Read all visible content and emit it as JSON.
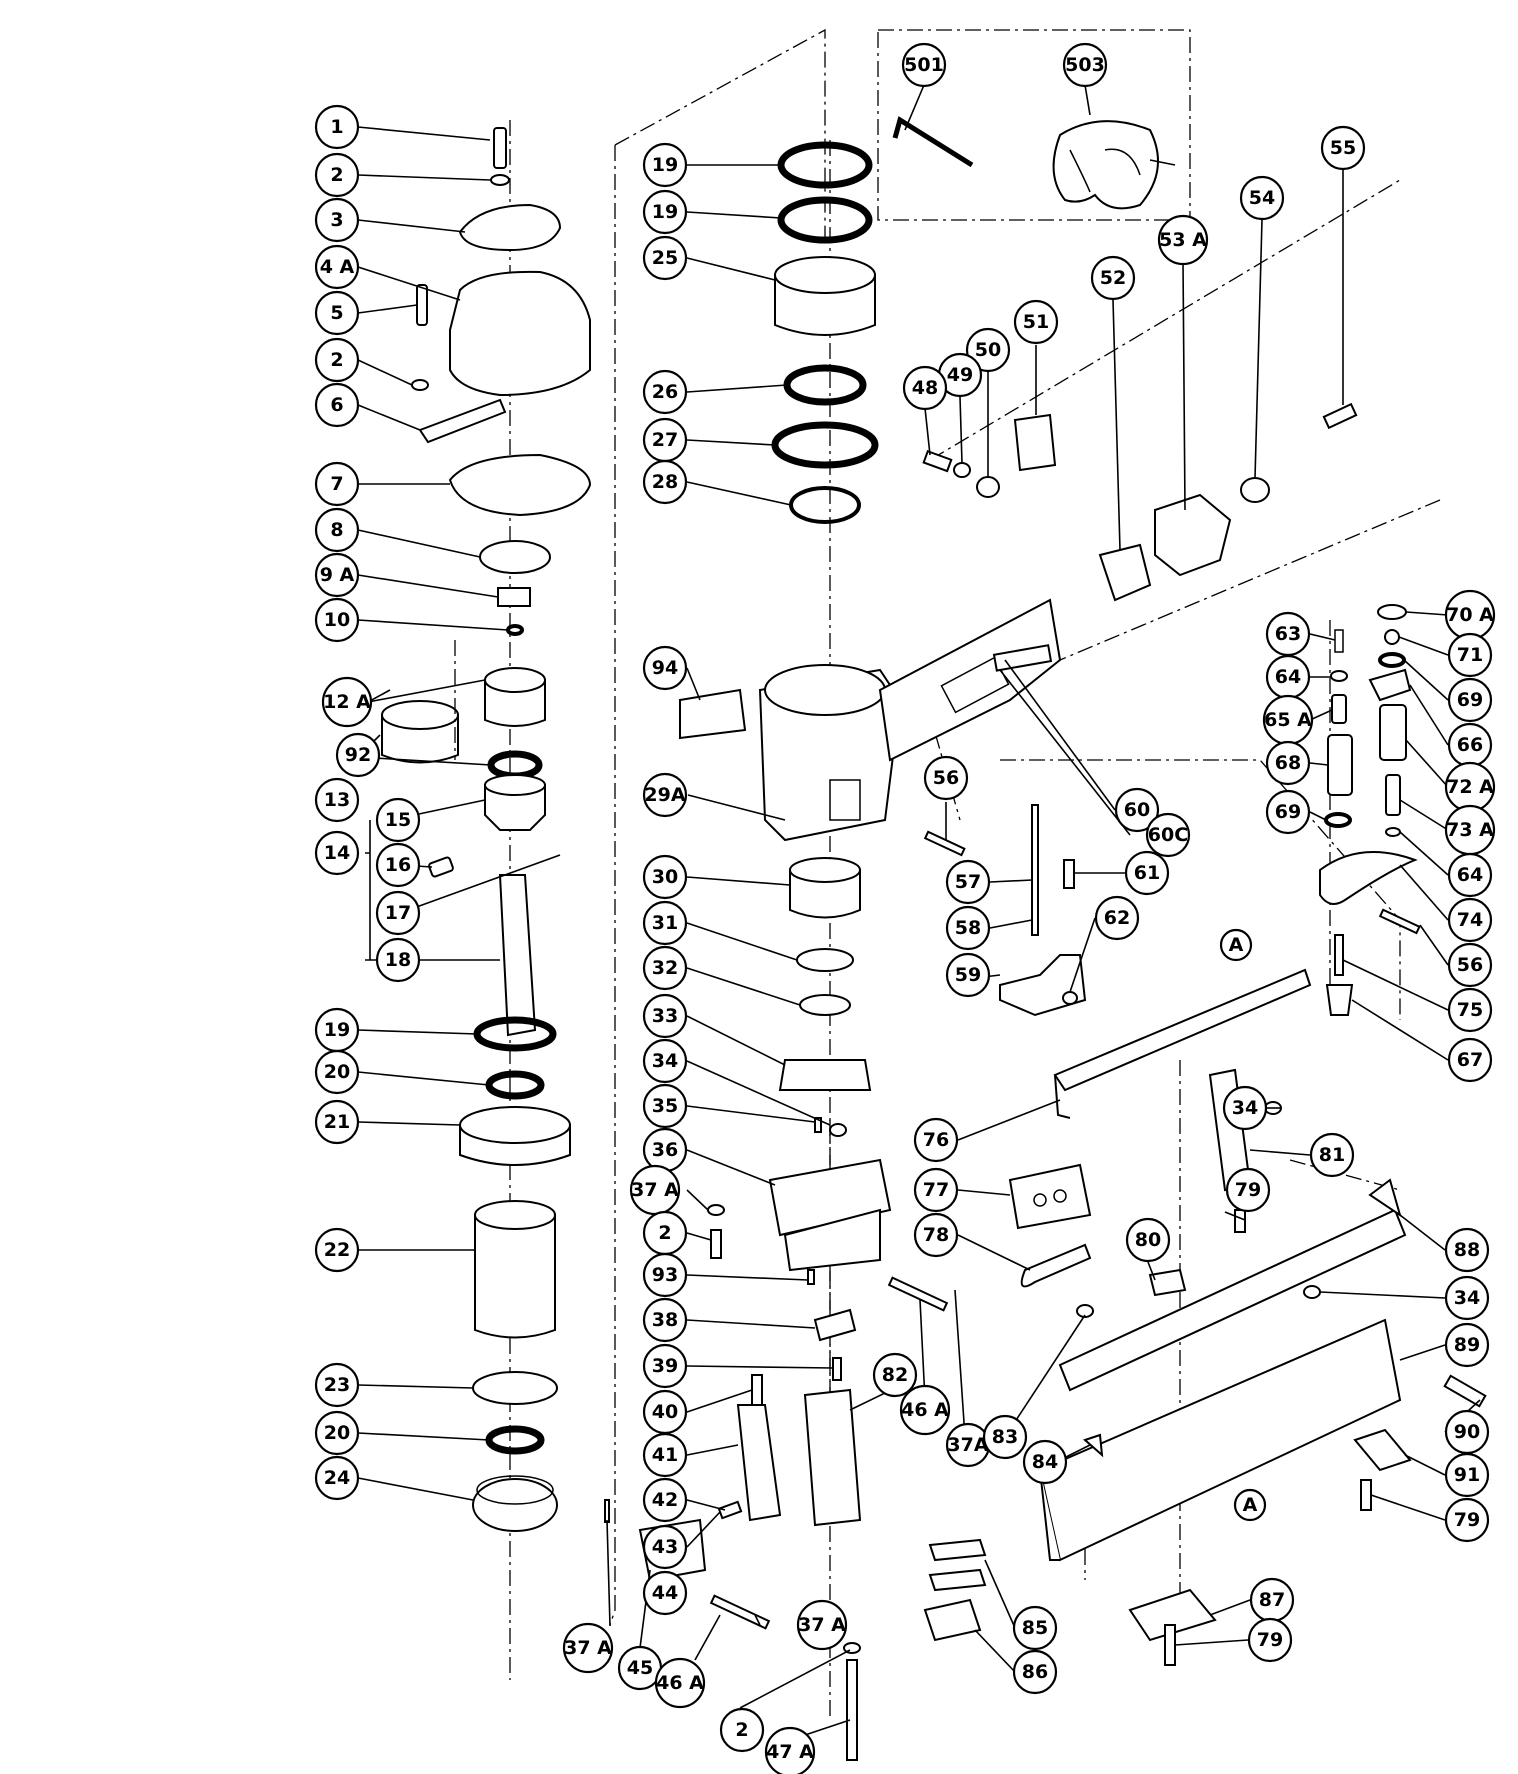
{
  "callouts": [
    {
      "id": "c1",
      "label": "1"
    },
    {
      "id": "c2a",
      "label": "2"
    },
    {
      "id": "c3",
      "label": "3"
    },
    {
      "id": "c4a",
      "label": "4 A"
    },
    {
      "id": "c5",
      "label": "5"
    },
    {
      "id": "c2b",
      "label": "2"
    },
    {
      "id": "c6",
      "label": "6"
    },
    {
      "id": "c7",
      "label": "7"
    },
    {
      "id": "c8",
      "label": "8"
    },
    {
      "id": "c9a",
      "label": "9 A"
    },
    {
      "id": "c10",
      "label": "10"
    },
    {
      "id": "c12a",
      "label": "12 A"
    },
    {
      "id": "c92",
      "label": "92"
    },
    {
      "id": "c13",
      "label": "13"
    },
    {
      "id": "c15",
      "label": "15"
    },
    {
      "id": "c14",
      "label": "14"
    },
    {
      "id": "c16",
      "label": "16"
    },
    {
      "id": "c17",
      "label": "17"
    },
    {
      "id": "c18",
      "label": "18"
    },
    {
      "id": "c19c",
      "label": "19"
    },
    {
      "id": "c20a",
      "label": "20"
    },
    {
      "id": "c21",
      "label": "21"
    },
    {
      "id": "c22",
      "label": "22"
    },
    {
      "id": "c23",
      "label": "23"
    },
    {
      "id": "c20b",
      "label": "20"
    },
    {
      "id": "c24",
      "label": "24"
    },
    {
      "id": "c19a",
      "label": "19"
    },
    {
      "id": "c19b",
      "label": "19"
    },
    {
      "id": "c25",
      "label": "25"
    },
    {
      "id": "c26",
      "label": "26"
    },
    {
      "id": "c27",
      "label": "27"
    },
    {
      "id": "c28",
      "label": "28"
    },
    {
      "id": "c94",
      "label": "94"
    },
    {
      "id": "c29a",
      "label": "29A"
    },
    {
      "id": "c30",
      "label": "30"
    },
    {
      "id": "c31",
      "label": "31"
    },
    {
      "id": "c32",
      "label": "32"
    },
    {
      "id": "c33",
      "label": "33"
    },
    {
      "id": "c34a",
      "label": "34"
    },
    {
      "id": "c35",
      "label": "35"
    },
    {
      "id": "c36",
      "label": "36"
    },
    {
      "id": "c37a1",
      "label": "37 A"
    },
    {
      "id": "c2c",
      "label": "2"
    },
    {
      "id": "c93",
      "label": "93"
    },
    {
      "id": "c38",
      "label": "38"
    },
    {
      "id": "c39",
      "label": "39"
    },
    {
      "id": "c40",
      "label": "40"
    },
    {
      "id": "c41",
      "label": "41"
    },
    {
      "id": "c42",
      "label": "42"
    },
    {
      "id": "c43",
      "label": "43"
    },
    {
      "id": "c44",
      "label": "44"
    },
    {
      "id": "c82",
      "label": "82"
    },
    {
      "id": "c46a1",
      "label": "46 A"
    },
    {
      "id": "c37a2",
      "label": "37A"
    },
    {
      "id": "c37a3",
      "label": "37 A"
    },
    {
      "id": "c37a4",
      "label": "37 A"
    },
    {
      "id": "c45",
      "label": "45"
    },
    {
      "id": "c46a2",
      "label": "46 A"
    },
    {
      "id": "c2d",
      "label": "2"
    },
    {
      "id": "c47a",
      "label": "47 A"
    },
    {
      "id": "c501",
      "label": "501"
    },
    {
      "id": "c503",
      "label": "503"
    },
    {
      "id": "c55",
      "label": "55"
    },
    {
      "id": "c54",
      "label": "54"
    },
    {
      "id": "c53a",
      "label": "53 A"
    },
    {
      "id": "c52",
      "label": "52"
    },
    {
      "id": "c51",
      "label": "51"
    },
    {
      "id": "c50",
      "label": "50"
    },
    {
      "id": "c49",
      "label": "49"
    },
    {
      "id": "c48",
      "label": "48"
    },
    {
      "id": "c56a",
      "label": "56"
    },
    {
      "id": "c60",
      "label": "60"
    },
    {
      "id": "c60c",
      "label": "60C"
    },
    {
      "id": "c57",
      "label": "57"
    },
    {
      "id": "c61",
      "label": "61"
    },
    {
      "id": "c58",
      "label": "58"
    },
    {
      "id": "c62",
      "label": "62"
    },
    {
      "id": "c59",
      "label": "59"
    },
    {
      "id": "c63",
      "label": "63"
    },
    {
      "id": "c64a",
      "label": "64"
    },
    {
      "id": "c65a",
      "label": "65 A"
    },
    {
      "id": "c68",
      "label": "68"
    },
    {
      "id": "c69a",
      "label": "69"
    },
    {
      "id": "c70a",
      "label": "70 A"
    },
    {
      "id": "c71",
      "label": "71"
    },
    {
      "id": "c69b",
      "label": "69"
    },
    {
      "id": "c66",
      "label": "66"
    },
    {
      "id": "c72a",
      "label": "72 A"
    },
    {
      "id": "c73a",
      "label": "73 A"
    },
    {
      "id": "c64b",
      "label": "64"
    },
    {
      "id": "c74",
      "label": "74"
    },
    {
      "id": "c56b",
      "label": "56"
    },
    {
      "id": "c75",
      "label": "75"
    },
    {
      "id": "c67",
      "label": "67"
    },
    {
      "id": "cA1",
      "label": "A"
    },
    {
      "id": "cA2",
      "label": "A"
    },
    {
      "id": "c34b",
      "label": "34"
    },
    {
      "id": "c76",
      "label": "76"
    },
    {
      "id": "c81",
      "label": "81"
    },
    {
      "id": "c77",
      "label": "77"
    },
    {
      "id": "c79a",
      "label": "79"
    },
    {
      "id": "c78",
      "label": "78"
    },
    {
      "id": "c80",
      "label": "80"
    },
    {
      "id": "c88",
      "label": "88"
    },
    {
      "id": "c34c",
      "label": "34"
    },
    {
      "id": "c89",
      "label": "89"
    },
    {
      "id": "c90",
      "label": "90"
    },
    {
      "id": "c83",
      "label": "83"
    },
    {
      "id": "c84",
      "label": "84"
    },
    {
      "id": "c91",
      "label": "91"
    },
    {
      "id": "c79b",
      "label": "79"
    },
    {
      "id": "c87",
      "label": "87"
    },
    {
      "id": "c85",
      "label": "85"
    },
    {
      "id": "c86",
      "label": "86"
    },
    {
      "id": "c79c",
      "label": "79"
    }
  ]
}
